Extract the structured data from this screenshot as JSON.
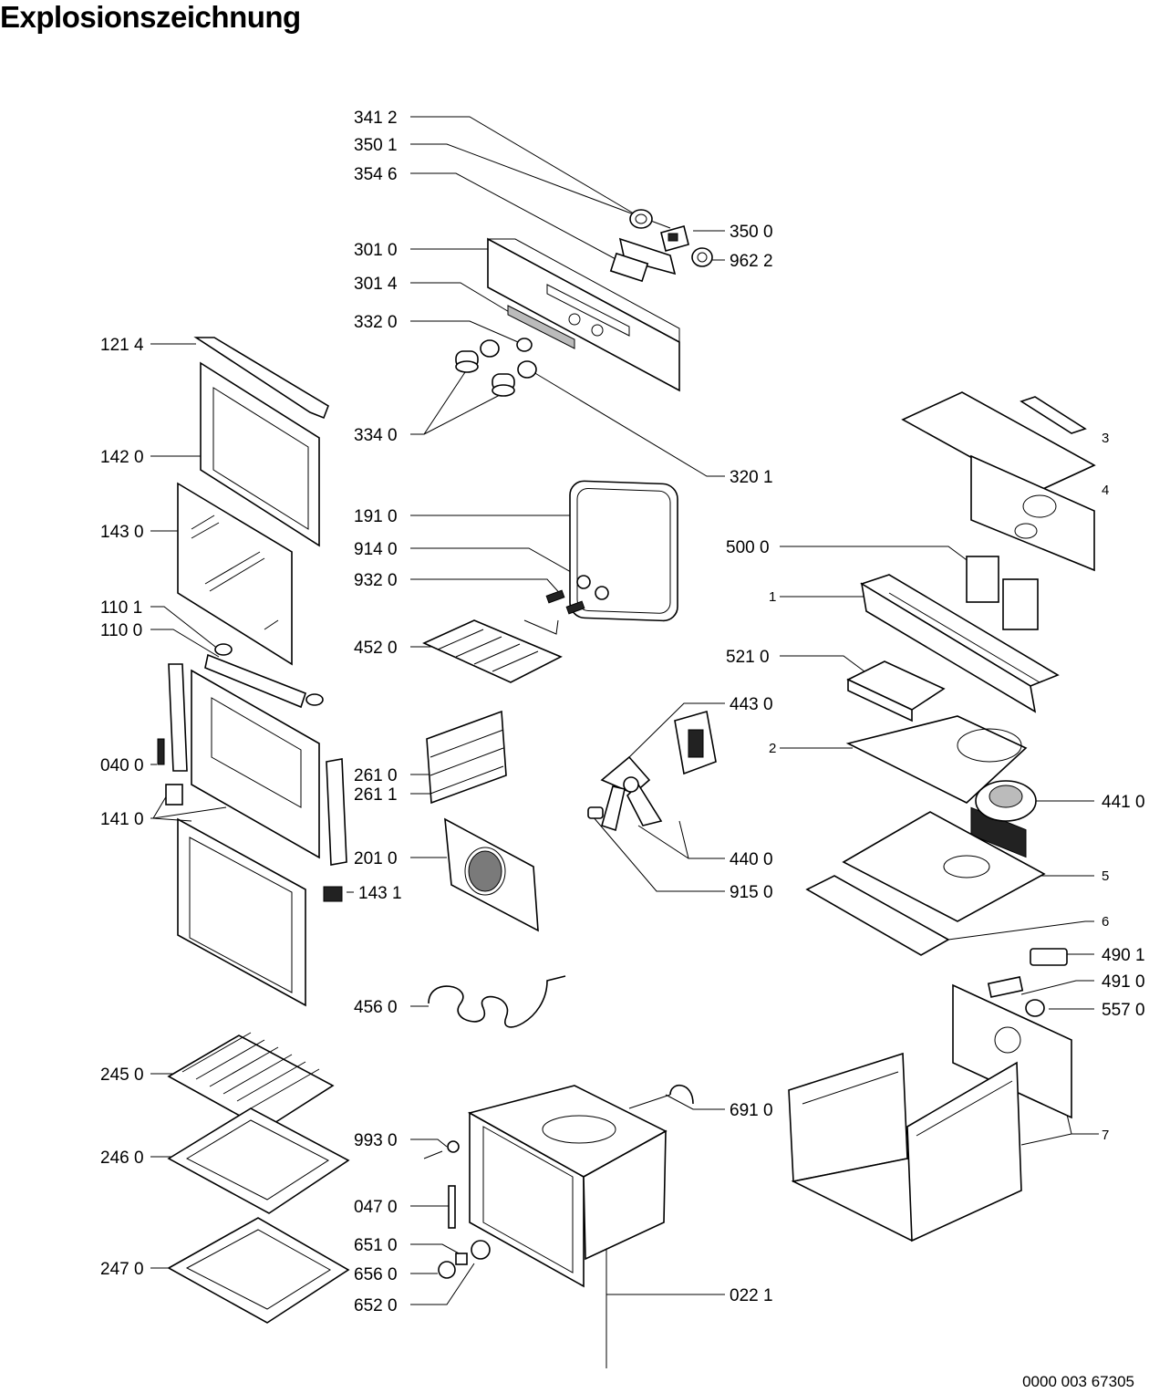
{
  "title": "Explosionszeichnung",
  "document_code": "0000 003 67305",
  "labels": [
    {
      "id": "l3412",
      "text": "341 2"
    },
    {
      "id": "l3501",
      "text": "350 1"
    },
    {
      "id": "l3546",
      "text": "354 6"
    },
    {
      "id": "l3500",
      "text": "350 0"
    },
    {
      "id": "l9622",
      "text": "962 2"
    },
    {
      "id": "l3010",
      "text": "301 0"
    },
    {
      "id": "l3014",
      "text": "301 4"
    },
    {
      "id": "l3320",
      "text": "332 0"
    },
    {
      "id": "l1214",
      "text": "121 4"
    },
    {
      "id": "l3340",
      "text": "334 0"
    },
    {
      "id": "l3201",
      "text": "320 1"
    },
    {
      "id": "l1420",
      "text": "142 0"
    },
    {
      "id": "l1910",
      "text": "191 0"
    },
    {
      "id": "l1430",
      "text": "143 0"
    },
    {
      "id": "l9140",
      "text": "914 0"
    },
    {
      "id": "l9320",
      "text": "932 0"
    },
    {
      "id": "l5000",
      "text": "500 0"
    },
    {
      "id": "l1101",
      "text": "110 1"
    },
    {
      "id": "l1100",
      "text": "110 0"
    },
    {
      "id": "l4520",
      "text": "452 0"
    },
    {
      "id": "l5210",
      "text": "521 0"
    },
    {
      "id": "l4430",
      "text": "443 0"
    },
    {
      "id": "l0400",
      "text": "040 0"
    },
    {
      "id": "l2610",
      "text": "261 0"
    },
    {
      "id": "l2611",
      "text": "261 1"
    },
    {
      "id": "l4410",
      "text": "441 0"
    },
    {
      "id": "l1410",
      "text": "141 0"
    },
    {
      "id": "l2010",
      "text": "201 0"
    },
    {
      "id": "l4400",
      "text": "440 0"
    },
    {
      "id": "l1431",
      "text": "143 1"
    },
    {
      "id": "l9150",
      "text": "915 0"
    },
    {
      "id": "l4901",
      "text": "490 1"
    },
    {
      "id": "l4910",
      "text": "491 0"
    },
    {
      "id": "l4560",
      "text": "456 0"
    },
    {
      "id": "l5570",
      "text": "557 0"
    },
    {
      "id": "l2450",
      "text": "245 0"
    },
    {
      "id": "l6910",
      "text": "691 0"
    },
    {
      "id": "l9930",
      "text": "993 0"
    },
    {
      "id": "l2460",
      "text": "246 0"
    },
    {
      "id": "l0470",
      "text": "047 0"
    },
    {
      "id": "l6510",
      "text": "651 0"
    },
    {
      "id": "l2470",
      "text": "247 0"
    },
    {
      "id": "l6560",
      "text": "656 0"
    },
    {
      "id": "l6520",
      "text": "652 0"
    },
    {
      "id": "l0221",
      "text": "022 1"
    },
    {
      "id": "n3",
      "text": "3"
    },
    {
      "id": "n4",
      "text": "4"
    },
    {
      "id": "n1",
      "text": "1"
    },
    {
      "id": "n2",
      "text": "2"
    },
    {
      "id": "n5",
      "text": "5"
    },
    {
      "id": "n6",
      "text": "6"
    },
    {
      "id": "n7",
      "text": "7"
    }
  ]
}
